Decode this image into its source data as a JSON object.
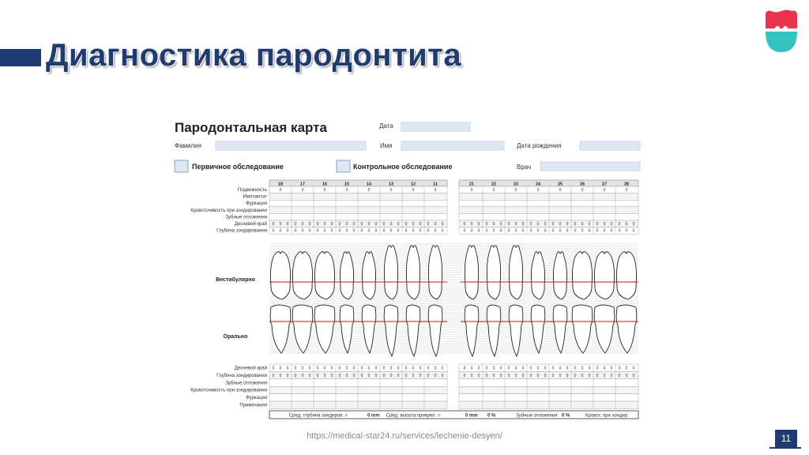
{
  "slide": {
    "title": "Диагностика пародонтита",
    "source_url": "https://medical-star24.ru/services/lechenie-desyen/",
    "page_number": "11"
  },
  "chart": {
    "heading": "Пародонтальная карта",
    "fields": {
      "date": "Дата",
      "surname": "Фамилия",
      "name": "Имя",
      "birth_date": "Дата рождения",
      "doctor": "Врач"
    },
    "exam_types": {
      "primary": "Первичное обследование",
      "control": "Контрольное обследование"
    },
    "teeth_upper_right": [
      "18",
      "17",
      "16",
      "15",
      "14",
      "13",
      "12",
      "11"
    ],
    "teeth_upper_left": [
      "21",
      "22",
      "23",
      "24",
      "25",
      "26",
      "27",
      "28"
    ],
    "upper_rows": [
      "Подвижность",
      "Имплантат",
      "Фуркация",
      "Кровоточивость при зондировании",
      "Зубные отложения",
      "Десневой край",
      "Глубина зондирования"
    ],
    "vestibular_label": "Вестибулярно",
    "oral_label": "Орально",
    "lower_rows": [
      "Десневой край",
      "Глубина зондирования",
      "Зубные отложения",
      "Кровоточивость при зондировании",
      "Фуркация",
      "Примечания"
    ],
    "summary": [
      "Сред. глубина зондиров. =",
      "0 mm",
      "Сред. высота прикреп. =",
      "0 mm",
      "0 %",
      "Зубные отложения",
      "0 %",
      "Кровот. при зондир."
    ],
    "zero": "0"
  },
  "colors": {
    "accent": "#1f3b70",
    "gum_line": "#cc1111",
    "field_fill": "#dde8f4"
  }
}
